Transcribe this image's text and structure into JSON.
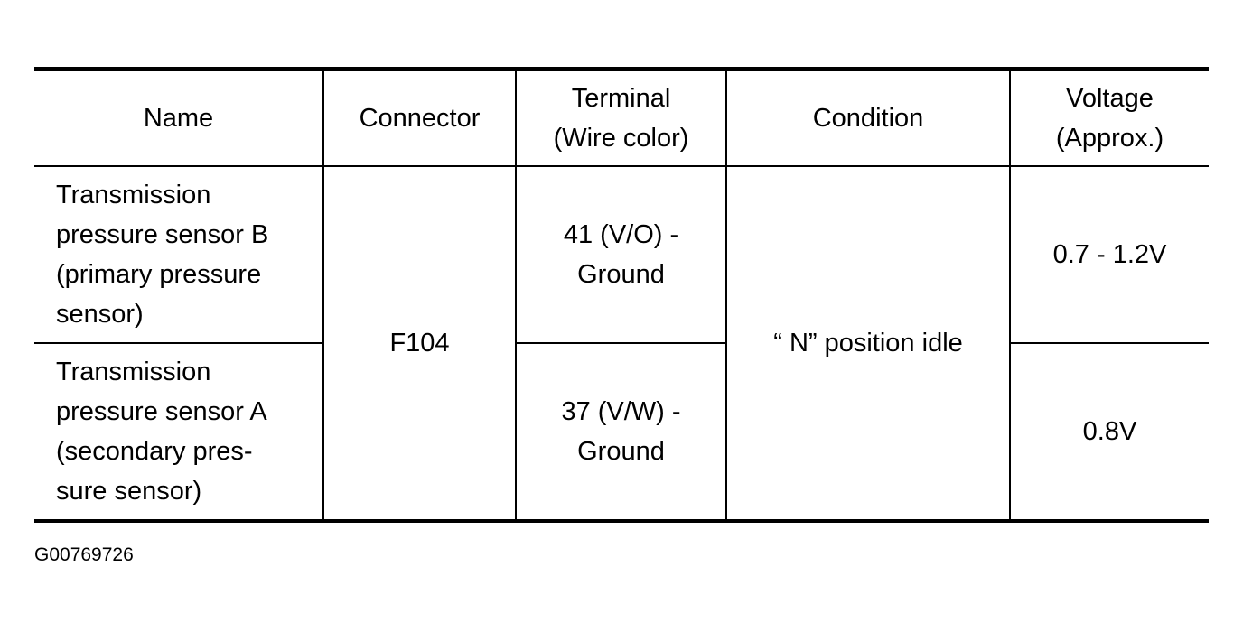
{
  "table": {
    "headers": {
      "name": "Name",
      "connector": "Connector",
      "terminal": "Terminal\n(Wire color)",
      "condition": "Condition",
      "voltage": "Voltage\n(Approx.)"
    },
    "connector": "F104",
    "condition": "“ N” position idle",
    "rows": [
      {
        "name": "Transmission\npressure sensor B\n(primary pressure\nsensor)",
        "terminal": "41 (V/O) -\nGround",
        "voltage": "0.7 - 1.2V"
      },
      {
        "name": "Transmission\npressure sensor A\n(secondary pres-\nsure sensor)",
        "terminal": "37 (V/W) -\nGround",
        "voltage": "0.8V"
      }
    ]
  },
  "figure_id": "G00769726"
}
